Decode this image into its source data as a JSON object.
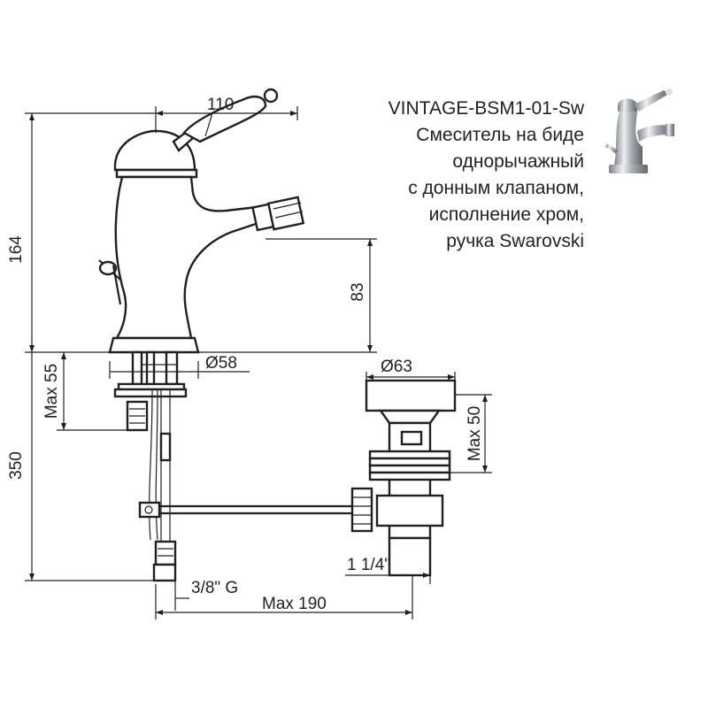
{
  "product": {
    "model": "VINTAGE-BSM1-01-Sw",
    "description_lines": [
      "Смеситель на биде",
      "однорычажный",
      "с донным клапаном,",
      "исполнение хром,",
      "ручка Swarovski"
    ]
  },
  "dimensions": {
    "width_top": "110",
    "height_total": "164",
    "spout_height": "83",
    "max_55": "Max 55",
    "diameter_base": "Ø58",
    "diameter_waste": "Ø63",
    "max_50": "Max 50",
    "hose_length": "350",
    "waste_thread": "1 1/4\"",
    "supply_thread": "3/8\" G",
    "max_190": "Max 190"
  },
  "colors": {
    "line": "#231f20",
    "background": "#ffffff",
    "chrome": "#b8bcc2"
  }
}
